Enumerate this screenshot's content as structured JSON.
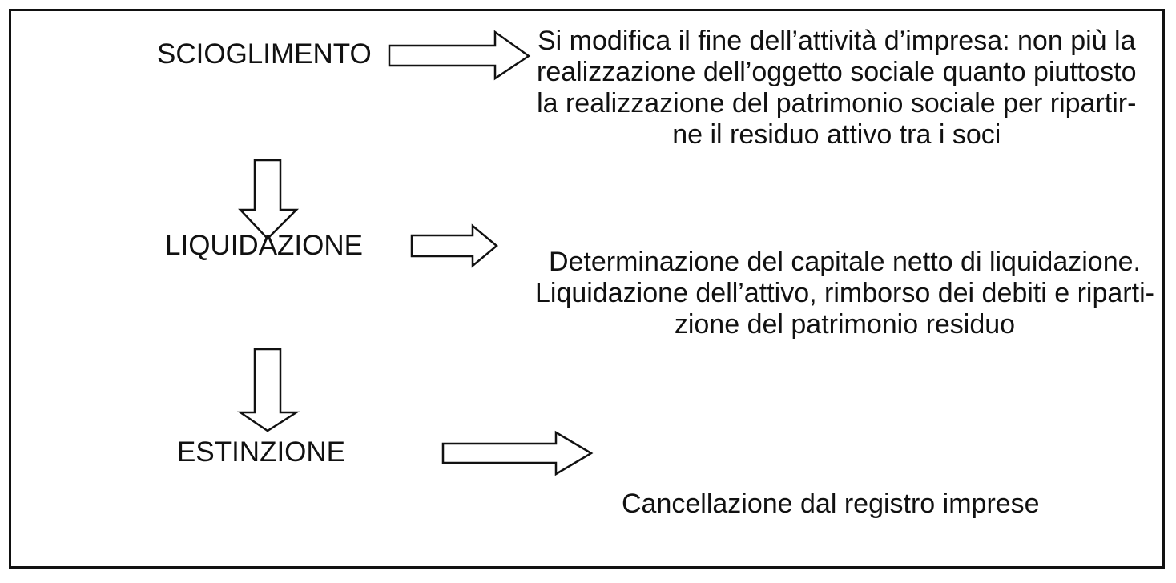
{
  "stages": [
    {
      "label": "SCIOGLIMENTO",
      "description_lines": [
        "Si modifica il fine dell’attività d’impresa: non più la",
        "realizzazione dell’oggetto sociale quanto piuttosto",
        "la realizzazione del patrimonio sociale per ripartir-",
        "ne il residuo attivo tra i soci"
      ]
    },
    {
      "label": "LIQUIDAZIONE",
      "description_lines": [
        "Determinazione del capitale netto di liquidazione.",
        "Liquidazione dell’attivo, rimborso dei debiti e riparti-",
        "zione del patrimonio residuo"
      ]
    },
    {
      "label": "ESTINZIONE",
      "description_lines": [
        "Cancellazione dal registro imprese"
      ]
    }
  ],
  "colors": {
    "stroke": "#111111",
    "background": "#ffffff"
  },
  "icons": {
    "horizontal_arrow": "block-arrow-right-icon",
    "vertical_arrow": "block-arrow-down-icon"
  }
}
